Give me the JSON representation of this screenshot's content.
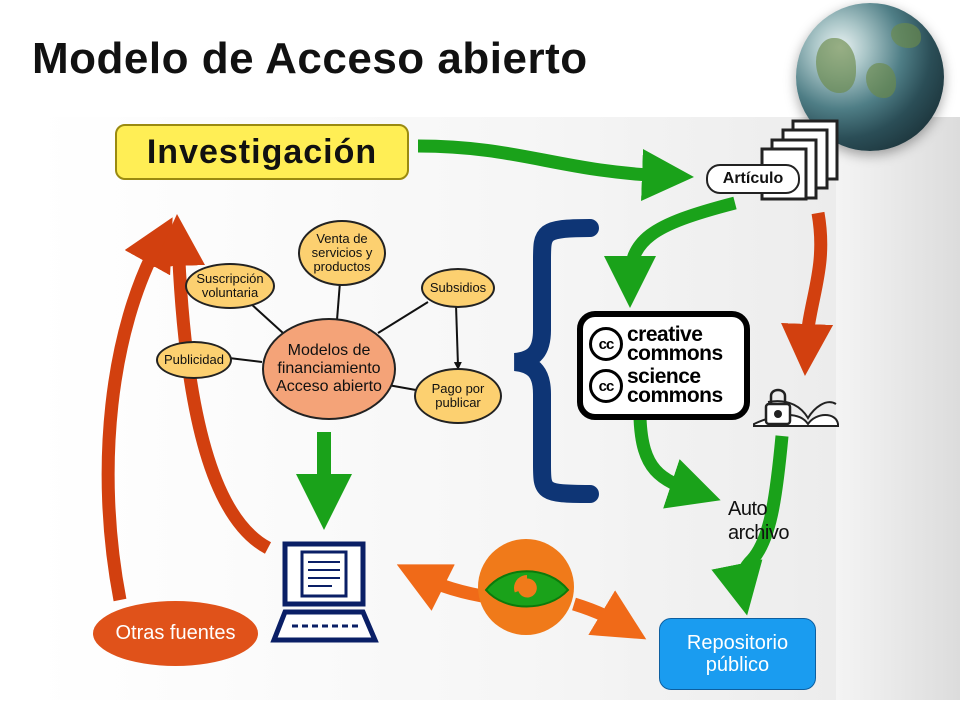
{
  "title": "Modelo de Acceso abierto",
  "investigacion": "Investigación",
  "articulo": "Artículo",
  "center": "Modelos de financiamiento Acceso abierto",
  "nodes": {
    "venta": "Venta de servicios y productos",
    "suscripcion": "Suscripción voluntaria",
    "subsidios": "Subsidios",
    "publicidad": "Publicidad",
    "pago": "Pago por publicar"
  },
  "cc": {
    "logo": "cc",
    "creative_1": "creative",
    "creative_2": "commons",
    "science_1": "science",
    "science_2": "commons"
  },
  "auto_archivo": {
    "line1": "Auto",
    "line2": "archivo"
  },
  "otras_fuentes": "Otras fuentes",
  "repositorio": {
    "line1": "Repositorio",
    "line2": "público"
  },
  "colors": {
    "green_arrow": "#1aa21a",
    "red_arrow": "#d2400f",
    "orange_arrow": "#f06a18",
    "brace": "#0e3575",
    "monitor": "#0a1f66",
    "investigacion_bg": "#ffee55",
    "node_bg": "#fcd070",
    "center_bg": "#f4a378",
    "repo_bg": "#1a9cf0",
    "otras_bg": "#e0521a"
  }
}
